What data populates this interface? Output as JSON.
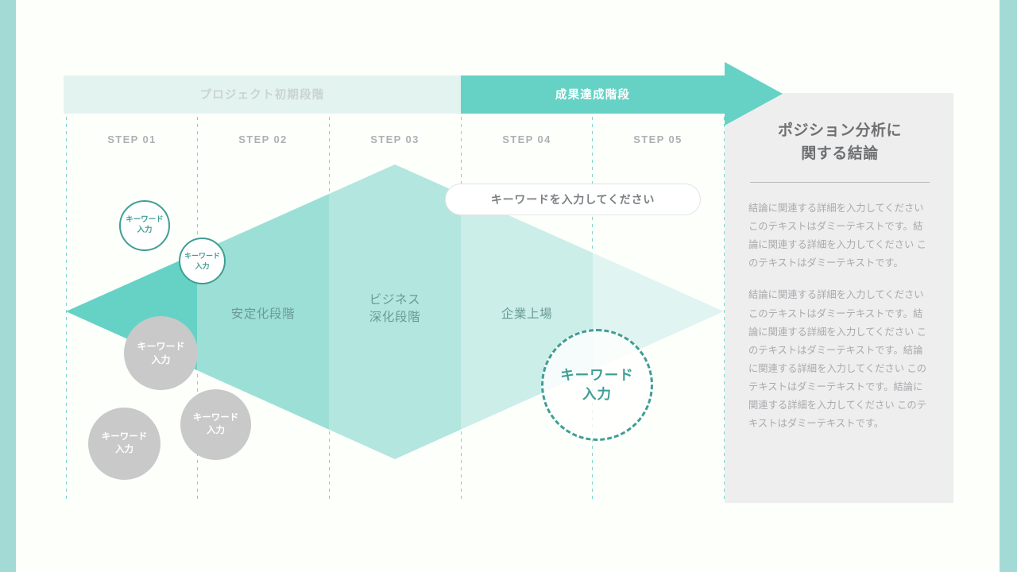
{
  "theme": {
    "teal": "#66d2c6",
    "teal_dark": "#3f9e94",
    "mint_light": "#e3f3ef",
    "band": "#a3dad5",
    "panel_bg": "#eeeeef",
    "gray_circle": "#c9c9c9",
    "page_bg": "#fdfffb"
  },
  "banner": {
    "phases": [
      {
        "label": "プロジェクト初期段階"
      },
      {
        "label": "成果達成階段"
      }
    ]
  },
  "steps": [
    {
      "label": "STEP 01"
    },
    {
      "label": "STEP 02"
    },
    {
      "label": "STEP 03"
    },
    {
      "label": "STEP 04"
    },
    {
      "label": "STEP 05"
    }
  ],
  "diamond": {
    "labels": [
      {
        "text": "安定化段階"
      },
      {
        "text": "ビジネス\n深化段階"
      },
      {
        "text": "企業上場"
      }
    ]
  },
  "keyword_pill": {
    "text": "キーワードを入力してください"
  },
  "bubbles": [
    {
      "id": "a",
      "text": "キーワード\n入力",
      "style": "outline"
    },
    {
      "id": "b",
      "text": "キーワード\n入力",
      "style": "outline"
    },
    {
      "id": "c",
      "text": "キーワード\n入力",
      "style": "gray"
    },
    {
      "id": "d",
      "text": "キーワード\n入力",
      "style": "gray"
    },
    {
      "id": "e",
      "text": "キーワード\n入力",
      "style": "gray"
    },
    {
      "id": "f",
      "text": "キーワード\n入力",
      "style": "dashed"
    }
  ],
  "panel": {
    "title": "ポジション分析に\n関する結論",
    "paragraphs": [
      "結論に関連する詳細を入力してください このテキストはダミーテキストです。結論に関連する詳細を入力してください このテキストはダミーテキストです。",
      "結論に関連する詳細を入力してください このテキストはダミーテキストです。結論に関連する詳細を入力してください このテキストはダミーテキストです。結論に関連する詳細を入力してください このテキストはダミーテキストです。結論に関連する詳細を入力してください このテキストはダミーテキストです。"
    ]
  }
}
